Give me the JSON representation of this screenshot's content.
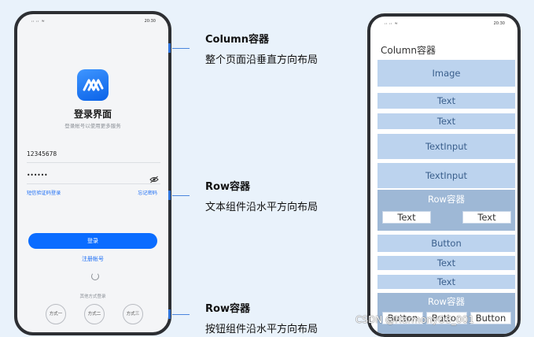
{
  "status_bar": {
    "signal": "ᵢₗ ᵢₗ ≈",
    "time": "20:30"
  },
  "login_screen": {
    "title": "登录界面",
    "subtitle": "登录帐号以使用更多服务",
    "account_value": "12345678",
    "password_value": "••••••",
    "sms_login_link": "短信验证码登录",
    "forgot_password_link": "忘记密码",
    "login_button": "登录",
    "register_link": "注册帐号",
    "other_methods_label": "其他方式登录",
    "methods": [
      "方式一",
      "方式二",
      "方式三"
    ]
  },
  "annotations": [
    {
      "title": "Column容器",
      "desc": "整个页面沿垂直方向布局"
    },
    {
      "title": "Row容器",
      "desc": "文本组件沿水平方向布局"
    },
    {
      "title": "Row容器",
      "desc": "按钮组件沿水平方向布局"
    }
  ],
  "diagram": {
    "title": "Column容器",
    "image_label": "Image",
    "text_label": "Text",
    "textinput_label": "TextInput",
    "row_label": "Row容器",
    "button_label": "Button"
  },
  "watermark": "CSDN @HarmonyOS_001",
  "colors": {
    "accent": "#0a6cff",
    "block": "#bcd3ee",
    "row_block": "#9eb8d6",
    "background": "#e9f2fb"
  }
}
